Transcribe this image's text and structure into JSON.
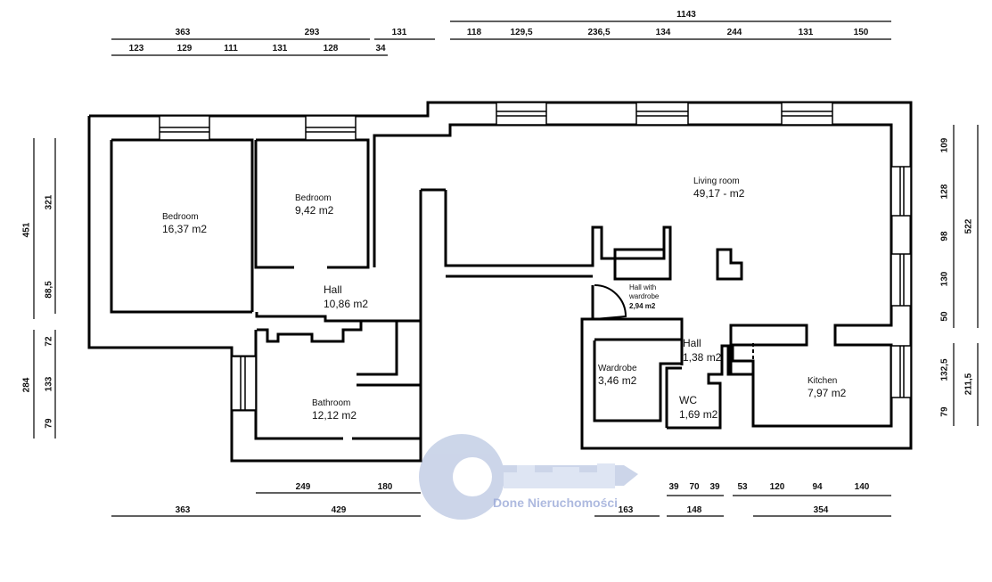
{
  "rooms": {
    "bedroom_large": {
      "name": "Bedroom",
      "area": "16,37 m2"
    },
    "bedroom_small": {
      "name": "Bedroom",
      "area": "9,42 m2"
    },
    "living_room": {
      "name": "Living room",
      "area": "49,17 - m2"
    },
    "hall_main": {
      "name": "Hall",
      "area": "10,86 m2"
    },
    "hall_wardrobe": {
      "name": "Hall with wardrobe",
      "area": "2,94 m2"
    },
    "bathroom": {
      "name": "Bathroom",
      "area": "12,12 m2"
    },
    "wardrobe": {
      "name": "Wardrobe",
      "area": "3,46 m2"
    },
    "hall_small": {
      "name": "Hall",
      "area": "1,38 m2"
    },
    "wc": {
      "name": "WC",
      "area": "1,69 m2"
    },
    "kitchen": {
      "name": "Kitchen",
      "area": "7,97 m2"
    }
  },
  "dimensions": {
    "top_left_row1": [
      "363",
      "293",
      "131"
    ],
    "top_left_row2": [
      "123",
      "129",
      "111",
      "131",
      "128",
      "34"
    ],
    "top_right_total": "1143",
    "top_right_row": [
      "118",
      "129,5",
      "236,5",
      "134",
      "244",
      "131",
      "150"
    ],
    "left_outer": [
      "451",
      "284"
    ],
    "left_inner": [
      "321",
      "88,5",
      "72",
      "133",
      "79"
    ],
    "right_inner": [
      "109",
      "128",
      "98",
      "130",
      "50",
      "132,5",
      "79"
    ],
    "right_outer": [
      "522",
      "211,5"
    ],
    "bottom_row1": [
      "249",
      "180",
      "39",
      "70",
      "39",
      "53",
      "120",
      "94",
      "140"
    ],
    "bottom_row2": [
      "363",
      "429",
      "163",
      "148",
      "354"
    ]
  },
  "watermark": {
    "text": "Done Nieruchomości"
  }
}
